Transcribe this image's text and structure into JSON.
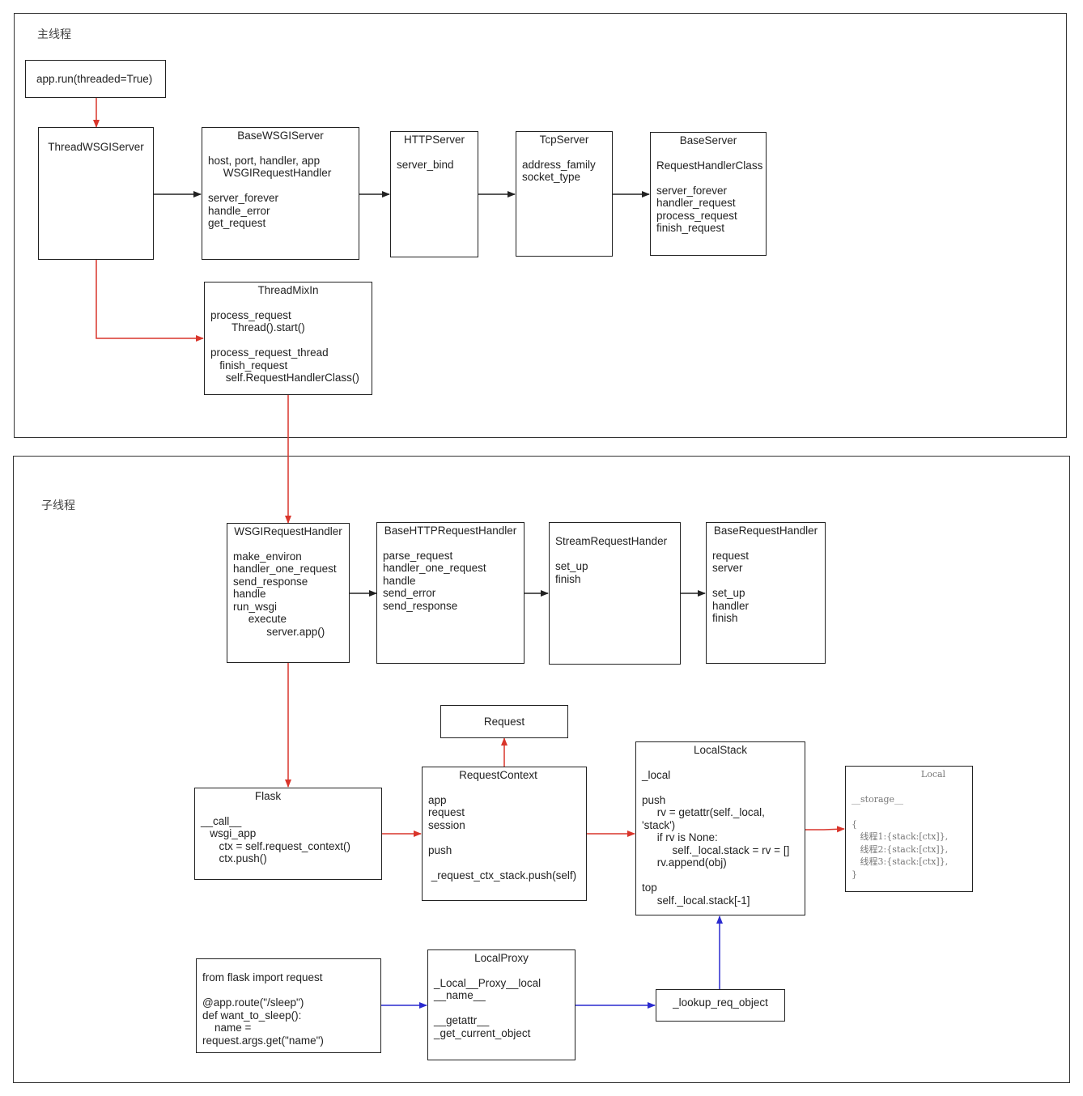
{
  "regions": {
    "main_thread_label": "主线程",
    "child_thread_label": "子线程"
  },
  "boxes": {
    "app_run": {
      "title": "app.run(threaded=True)",
      "lines": []
    },
    "thread_wsgi_server": {
      "title": "ThreadWSGIServer",
      "lines": []
    },
    "base_wsgi_server": {
      "title": "BaseWSGIServer",
      "lines": [
        "",
        "host, port, handler, app",
        "     WSGIRequestHandler",
        "",
        "server_forever",
        "handle_error",
        "get_request"
      ]
    },
    "http_server": {
      "title": "HTTPServer",
      "lines": [
        "",
        "server_bind"
      ]
    },
    "tcp_server": {
      "title": "TcpServer",
      "lines": [
        "",
        "address_family",
        "socket_type"
      ]
    },
    "base_server": {
      "title": "BaseServer",
      "lines": [
        "",
        "RequestHandlerClass",
        "",
        "server_forever",
        "handler_request",
        "process_request",
        "finish_request"
      ]
    },
    "thread_mixin": {
      "title": "ThreadMixIn",
      "lines": [
        "",
        "process_request",
        "       Thread().start()",
        "",
        "process_request_thread",
        "   finish_request",
        "     self.RequestHandlerClass()"
      ]
    },
    "wsgi_request_handler": {
      "title": "WSGIRequestHandler",
      "lines": [
        "",
        "make_environ",
        "handler_one_request",
        "send_response",
        "handle",
        "run_wsgi",
        "     execute",
        "           server.app()"
      ]
    },
    "base_http_request_handler": {
      "title": "BaseHTTPRequestHandler",
      "lines": [
        "",
        "parse_request",
        "handler_one_request",
        "handle",
        "send_error",
        "send_response"
      ]
    },
    "stream_request_handler": {
      "title": "",
      "lines": [
        "StreamRequestHander",
        "",
        "set_up",
        "finish"
      ]
    },
    "base_request_handler": {
      "title": "BaseRequestHandler",
      "lines": [
        "",
        "request",
        "server",
        "",
        "set_up",
        "handler",
        "finish"
      ]
    },
    "request": {
      "title": "Request",
      "lines": []
    },
    "flask": {
      "title": "Flask",
      "lines": [
        "",
        "__call__",
        "   wsgi_app",
        "      ctx = self.request_context()",
        "      ctx.push()"
      ]
    },
    "request_context": {
      "title": "RequestContext",
      "lines": [
        "",
        "app",
        "request",
        "session",
        "",
        "push",
        "",
        " _request_ctx_stack.push(self)"
      ]
    },
    "local_stack": {
      "title": "LocalStack",
      "lines": [
        "",
        "_local",
        "",
        "push",
        "     rv = getattr(self._local,",
        "'stack')",
        "     if rv is None:",
        "          self._local.stack = rv = []",
        "     rv.append(obj)",
        "",
        "top",
        "     self._local.stack[-1]"
      ]
    },
    "local": {
      "title": "Local",
      "lines": [
        "",
        "__storage__",
        "",
        "{",
        "   线程1:{stack:[ctx]},",
        "   线程2:{stack:[ctx]},",
        "   线程3:{stack:[ctx]},",
        "}"
      ]
    },
    "user_code": {
      "title": "",
      "lines": [
        "from flask import request",
        "",
        "@app.route(\"/sleep\")",
        "def want_to_sleep():",
        "    name =",
        "request.args.get(\"name\")"
      ]
    },
    "local_proxy": {
      "title": "LocalProxy",
      "lines": [
        "",
        "_Local__Proxy__local",
        "__name__",
        "",
        "__getattr__",
        "_get_current_object"
      ]
    },
    "lookup_req_object": {
      "title": "_lookup_req_object",
      "lines": []
    }
  },
  "colors": {
    "black_arrow": "#222222",
    "red_arrow": "#d9352b",
    "blue_arrow": "#2a2acf"
  }
}
